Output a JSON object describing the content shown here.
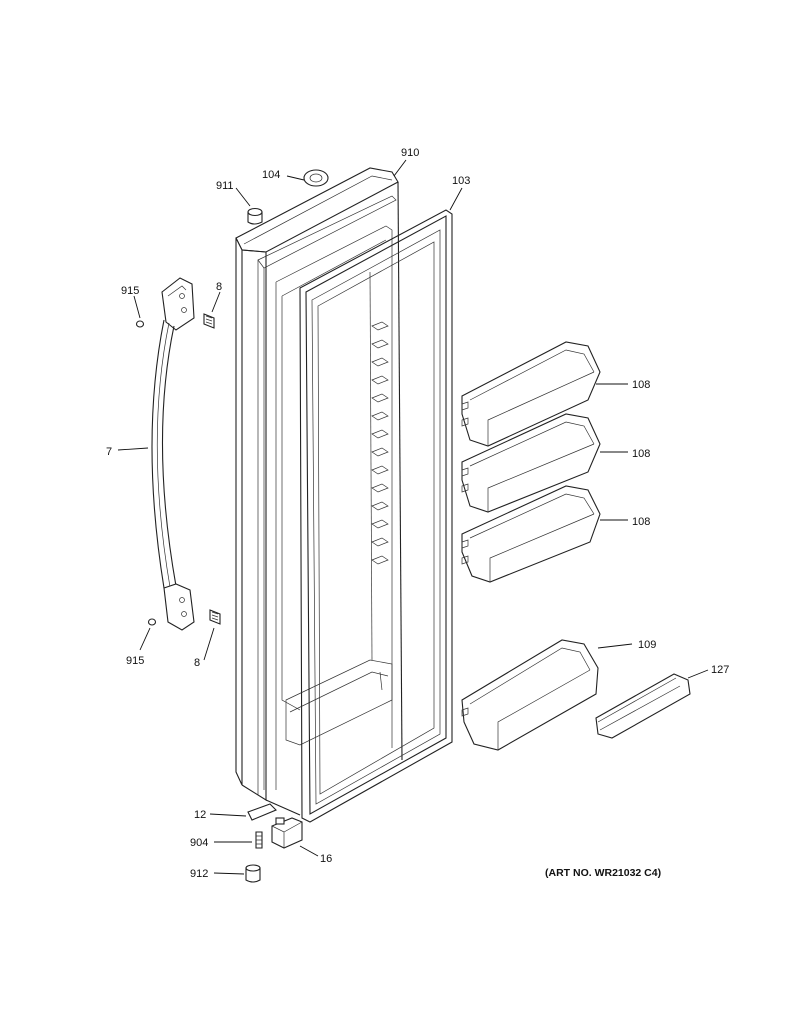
{
  "callouts": {
    "c910": "910",
    "c104": "104",
    "c911": "911",
    "c103": "103",
    "c915_top": "915",
    "c8_top": "8",
    "c7": "7",
    "c108_a": "108",
    "c108_b": "108",
    "c108_c": "108",
    "c915_bottom": "915",
    "c8_bottom": "8",
    "c109": "109",
    "c127": "127",
    "c12": "12",
    "c904": "904",
    "c16": "16",
    "c912": "912"
  },
  "art_number": "(ART NO. WR21032 C4)"
}
